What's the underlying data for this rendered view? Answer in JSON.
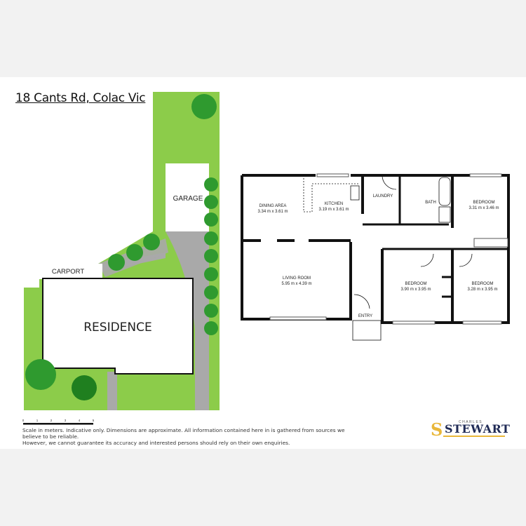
{
  "title": "18 Cants Rd, Colac Vic",
  "site_plan": {
    "labels": {
      "garage": "GARAGE",
      "carport": "CARPORT",
      "residence": "RESIDENCE"
    },
    "colors": {
      "grass": "#8ccc4a",
      "path": "#a9a9a9",
      "tree": "#2f9a2f",
      "tree_dark": "#1f7f1f"
    }
  },
  "floor_plan": {
    "rooms": [
      {
        "name": "DINING AREA",
        "size": "3.34 m x 3.61 m"
      },
      {
        "name": "KITCHEN",
        "size": "3.19 m x 3.61 m"
      },
      {
        "name": "LAUNDRY",
        "size": ""
      },
      {
        "name": "BATH",
        "size": ""
      },
      {
        "name": "BEDROOM",
        "size": "3.31 m x 3.46 m"
      },
      {
        "name": "LIVING ROOM",
        "size": "5.95 m x 4.39 m"
      },
      {
        "name": "ENTRY",
        "size": ""
      },
      {
        "name": "BEDROOM",
        "size": "3.90 m x 3.95 m"
      },
      {
        "name": "BEDROOM",
        "size": "3.28 m x 3.95 m"
      }
    ]
  },
  "scale": {
    "ticks": [
      "0",
      "1",
      "2",
      "3",
      "4",
      "5"
    ],
    "unit": "meters"
  },
  "disclaimer": {
    "line1": "Scale in meters. Indicative only. Dimensions are approximate. All information contained here in is gathered from sources we believe to be reliable.",
    "line2": "However, we cannot guarantee its accuracy and interested persons should rely on their own enquiries."
  },
  "logo": {
    "small": "CHARLES",
    "main": "STEWART",
    "mark": "S"
  }
}
